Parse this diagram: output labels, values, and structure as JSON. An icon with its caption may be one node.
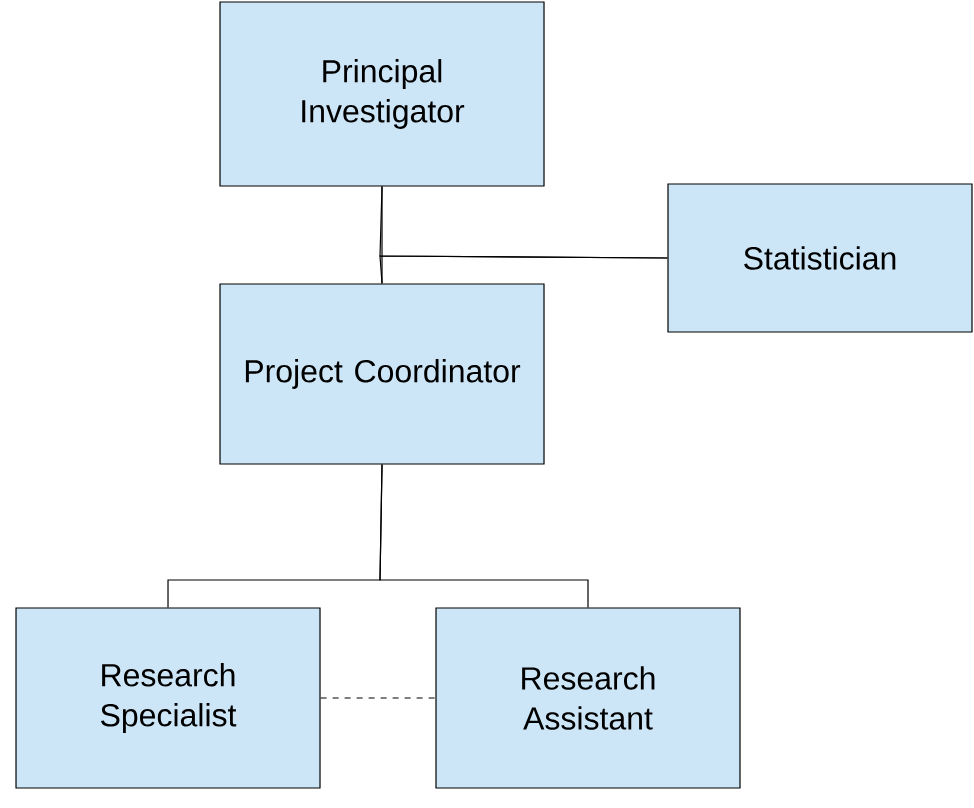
{
  "diagram": {
    "nodes": [
      {
        "text": [
          "Principal Investigator"
        ]
      },
      {
        "text": [
          "Statistician"
        ]
      },
      {
        "text": [
          "Project Coordinator"
        ]
      },
      {
        "text": [
          "Research Specialist"
        ]
      },
      {
        "text": [
          "Research Assistant"
        ]
      }
    ],
    "edges": [
      {
        "from": 0,
        "to": 2,
        "arrow": "none"
      },
      {
        "from": 1,
        "to": 0,
        "arrow": "none"
      },
      {
        "from": 1,
        "to": 2,
        "arrow": "none"
      },
      {
        "from": 2,
        "to": 3,
        "arrow": "none"
      },
      {
        "from": 2,
        "to": 4,
        "arrow": "none"
      },
      {
        "from": 3,
        "to": 4,
        "arrow": "none",
        "style": "dashed"
      }
    ]
  }
}
